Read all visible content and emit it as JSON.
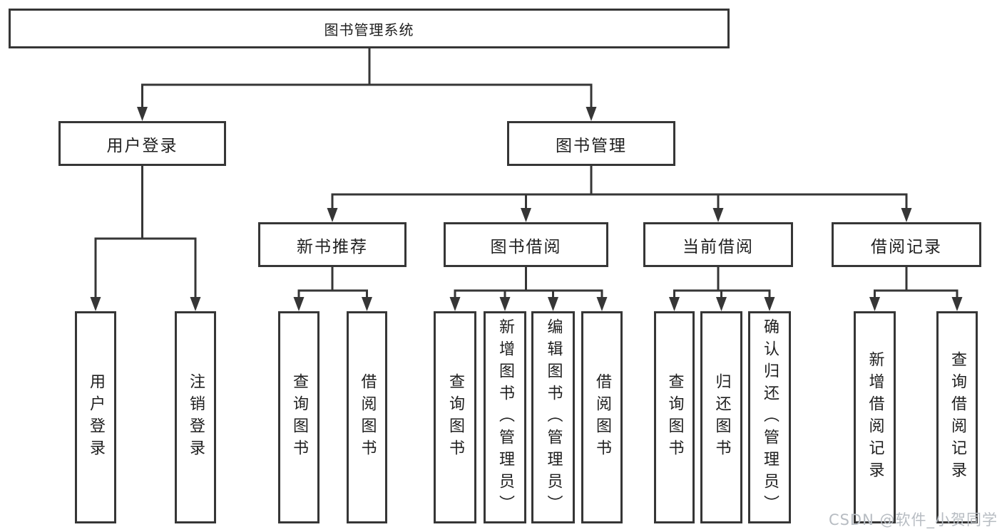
{
  "root": {
    "label": "图书管理系统"
  },
  "branches": [
    {
      "label": "用户登录",
      "children": [
        "用户登录",
        "注销登录"
      ]
    },
    {
      "label": "图书管理"
    }
  ],
  "modules": [
    {
      "label": "新书推荐",
      "children": [
        "查询图书",
        "借阅图书"
      ]
    },
    {
      "label": "图书借阅",
      "children": [
        "查询图书",
        "新增图书（管理员）",
        "编辑图书（管理员）",
        "借阅图书"
      ]
    },
    {
      "label": "当前借阅",
      "children": [
        "查询图书",
        "归还图书",
        "确认归还（管理员）"
      ]
    },
    {
      "label": "借阅记录",
      "children": [
        "新增借阅记录",
        "查询借阅记录"
      ]
    }
  ],
  "watermark": "CSDN @软件_小贺同学",
  "colors": {
    "line": "#363636",
    "text": "#1f1f1f",
    "background": "#ffffff",
    "watermark_text": "#b7bcc2"
  }
}
